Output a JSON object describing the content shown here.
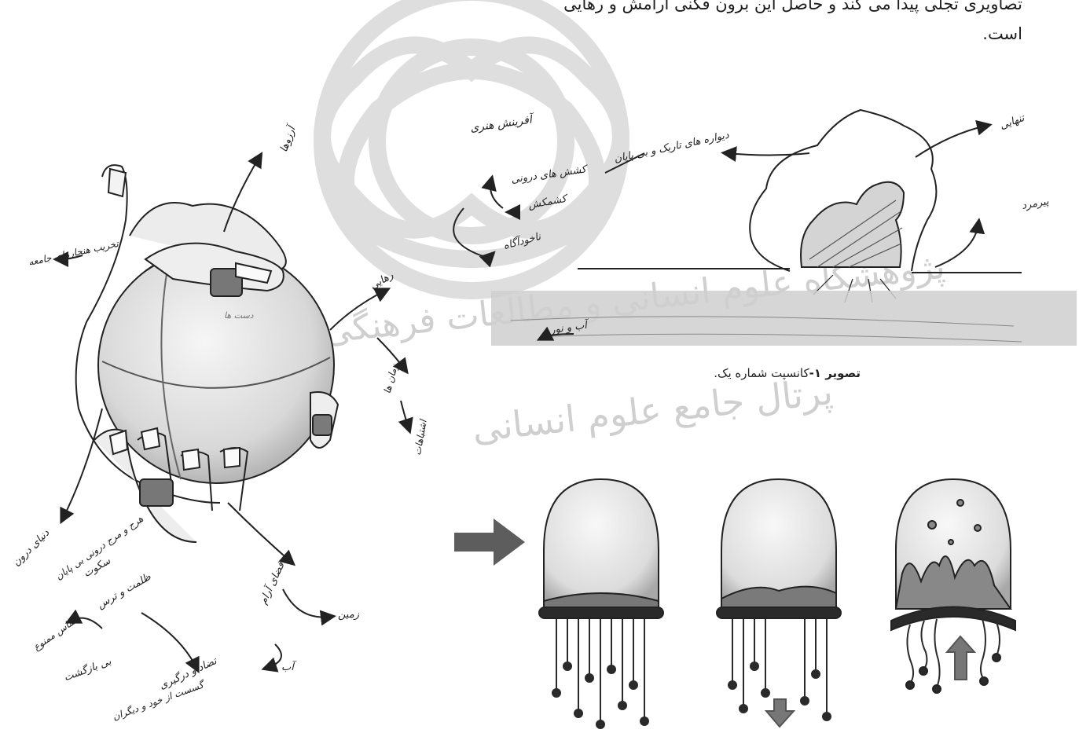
{
  "body_text": {
    "line1": "تصاویری تجلی پیدا می کند و حاصل این برون فکنی آرامش و رهایی",
    "line2": "است."
  },
  "caption": {
    "label": "تصویر ۱-",
    "title": "کانسپت شماره یک."
  },
  "watermark": {
    "line1": "پژوهشگاه علوم انسانی و مطالعات فرهنگی",
    "line2": "پرتال جامع علوم انسانی"
  },
  "hand_notes": {
    "hands": "دست ها",
    "destruction": "تخریب هنجارهای جامعه",
    "freedom": "رهایی",
    "wish": "آرزوها",
    "times": "زمان ها",
    "mistakes": "اشتباهات",
    "darkness": "ظلمت و ترس",
    "inner_world": "دنیای درون",
    "silence": "سکوت",
    "forbidden_touch": "تماس ممنوع",
    "conflict": "تضاد و درگیری",
    "no_return": "بی بازگشت",
    "water": "آب",
    "earth": "زمین",
    "calm_space": "فضای آرام",
    "broken_ties": "گسست از خود و دیگران",
    "chaos_line": "هرج و مرج درونی بی پایان"
  },
  "concept_notes": {
    "creator_anxiety": "آفرینش هنری",
    "walls": "دیواره های تاریک و بی پایان",
    "ghosts": "کشش های درونی",
    "conflict": "کشمکش",
    "dreams": "ناخودآگاه",
    "loneliness": "تنهایی",
    "old_man": "پیرمرد",
    "water_light": "آب و نور"
  }
}
